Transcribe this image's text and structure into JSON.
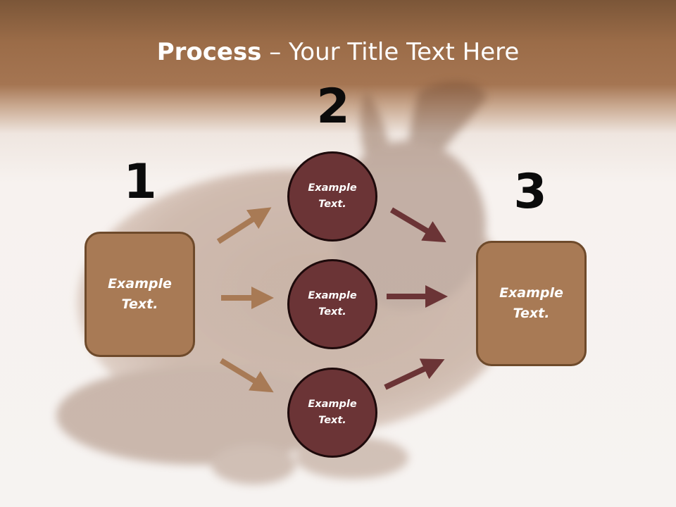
{
  "slide": {
    "title_bold": "Process",
    "title_rest": " – Your Title Text Here"
  },
  "steps": {
    "one": {
      "number": "1",
      "text_line1": "Example",
      "text_line2": "Text."
    },
    "two": {
      "number": "2",
      "circles": [
        {
          "text_line1": "Example",
          "text_line2": "Text."
        },
        {
          "text_line1": "Example",
          "text_line2": "Text."
        },
        {
          "text_line1": "Example",
          "text_line2": "Text."
        }
      ]
    },
    "three": {
      "number": "3",
      "text_line1": "Example",
      "text_line2": "Text."
    }
  },
  "colors": {
    "header_brown": "#a57552",
    "box_fill": "#a87a55",
    "circle_fill": "#6b3436",
    "arrow_light": "#a87a55",
    "arrow_dark": "#6b3436"
  },
  "background_image": "rabbit-photo"
}
